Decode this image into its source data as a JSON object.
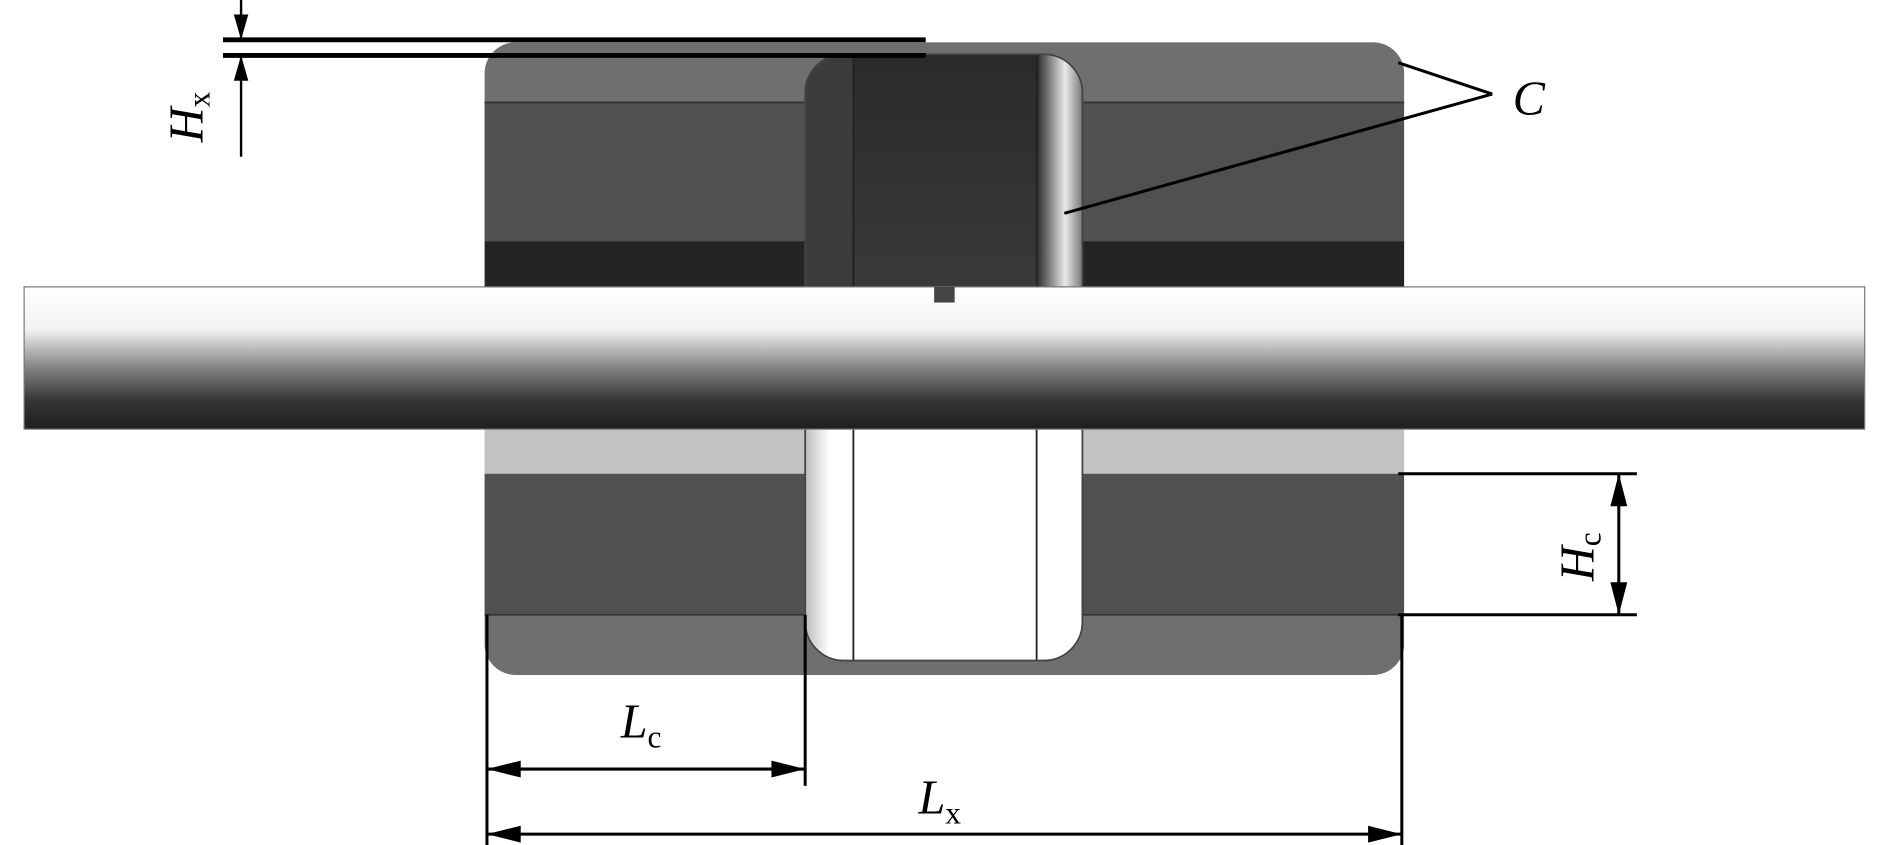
{
  "labels": {
    "hx": {
      "main": "H",
      "sub": "x"
    },
    "hc": {
      "main": "H",
      "sub": "c"
    },
    "lc": {
      "main": "L",
      "sub": "c"
    },
    "lx": {
      "main": "L",
      "sub": "x"
    },
    "c": {
      "main": "C"
    }
  },
  "colors": {
    "body_light": "#6f6f6f",
    "body_mid": "#505050",
    "body_dark": "#242424",
    "body_lower_light": "#c2c2c2",
    "line": "#000000"
  }
}
